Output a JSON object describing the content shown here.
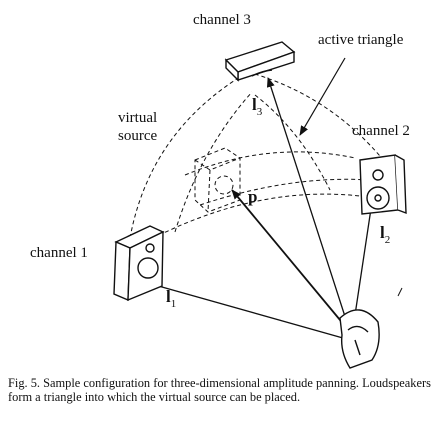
{
  "diagram": {
    "labels": {
      "channel3": "channel 3",
      "channel2": "channel 2",
      "channel1": "channel 1",
      "active_triangle": "active triangle",
      "virtual_source_line1": "virtual",
      "virtual_source_line2": "source",
      "p": "p",
      "l1_base": "l",
      "l1_sub": "1",
      "l2_base": "l",
      "l2_sub": "2",
      "l3_base": "l",
      "l3_sub": "3"
    }
  },
  "caption": {
    "text": "Fig. 5. Sample configuration for three-dimensional amplitude panning. Loudspeakers form a triangle into which the virtual source can be placed."
  }
}
